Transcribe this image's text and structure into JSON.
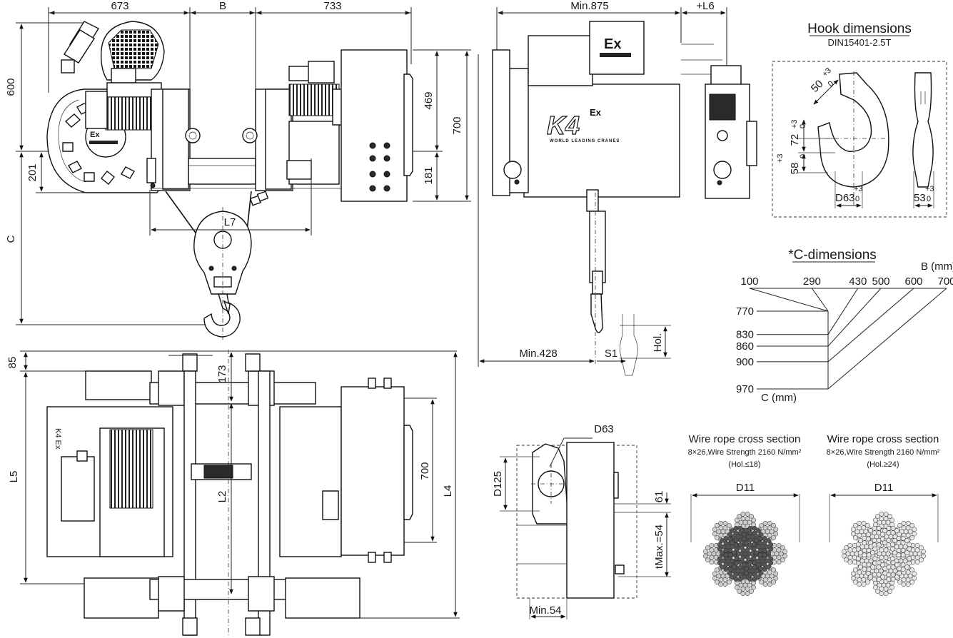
{
  "side_view": {
    "dims": {
      "w673": "673",
      "wB": "B",
      "w733": "733",
      "h600": "600",
      "h201": "201",
      "hC": "C",
      "h469": "469",
      "h700": "700",
      "h181": "181",
      "l7": "L7"
    },
    "logo_ex": "Ex"
  },
  "plan_view": {
    "dims": {
      "h85": "85",
      "h173": "173",
      "l5": "L5",
      "l2": "L2",
      "h700": "700",
      "l4": "L4"
    }
  },
  "end_view": {
    "dims": {
      "min875": "Min.875",
      "l6": "+L6",
      "min428": "Min.428",
      "s1": "S1",
      "hol": "Hol."
    },
    "brand_main": "K4",
    "brand_sup": "Ex",
    "brand_slogan": "WORLD LEADING CRANES",
    "motor_ex": "Ex"
  },
  "hook": {
    "title": "Hook dimensions",
    "standard": "DIN15401-2.5T",
    "dims": {
      "d50": "50",
      "d50_tol": "+3",
      "d50_tol0": "0",
      "d72": "72",
      "d72_tol": "+3",
      "d72_tol0": "0",
      "d58": "58",
      "d58_tol": "+3",
      "d58_tol0": "0",
      "d63": "D63",
      "d63_tol": "+3",
      "d63_tol0": "0",
      "d53": "53",
      "d53_tol": "+3",
      "d53_tol0": "0"
    }
  },
  "c_dims": {
    "title": "*C-dimensions",
    "b_unit": "B (mm)",
    "c_unit": "C (mm)",
    "b_values": [
      "100",
      "290",
      "430",
      "500",
      "600",
      "700"
    ],
    "c_values": [
      "770",
      "830",
      "860",
      "900",
      "970"
    ]
  },
  "drum_detail": {
    "dims": {
      "d63": "D63",
      "d125": "D125",
      "d61": "61",
      "tmax": "tMax.=54",
      "min54": "Min.54"
    }
  },
  "wire_rope": [
    {
      "title": "Wire rope cross section",
      "spec": "8×26,Wire Strength 2160 N/mm²",
      "cond": "(Hol.≤18)",
      "dim": "D11"
    },
    {
      "title": "Wire rope cross section",
      "spec": "8×26,Wire Strength 2160 N/mm²",
      "cond": "(Hol.≥24)",
      "dim": "D11"
    }
  ]
}
